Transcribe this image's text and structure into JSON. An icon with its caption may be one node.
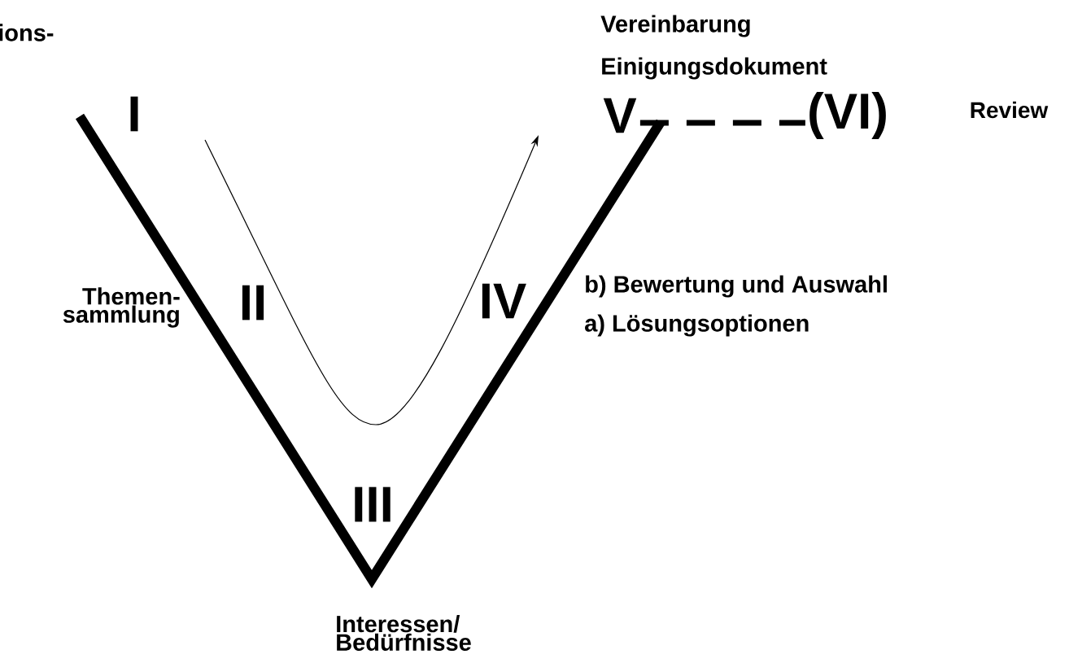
{
  "diagram": {
    "nodes": [
      {
        "text": [
          "V"
        ]
      },
      {
        "text": [
          "(VI)"
        ]
      }
    ],
    "edges": [
      {
        "from": 0,
        "to": 1,
        "arrow": "none",
        "style": "dashed"
      }
    ],
    "labels": [
      "ions-",
      "Vereinbarung",
      "Einigungsdokument",
      "I",
      "Review",
      "Themen- sammlung",
      "II",
      "IV",
      "b) Bewertung und Auswahl",
      "a) Lösungsoptionen",
      "III",
      "Interessen/ Bedürfnisse"
    ]
  }
}
